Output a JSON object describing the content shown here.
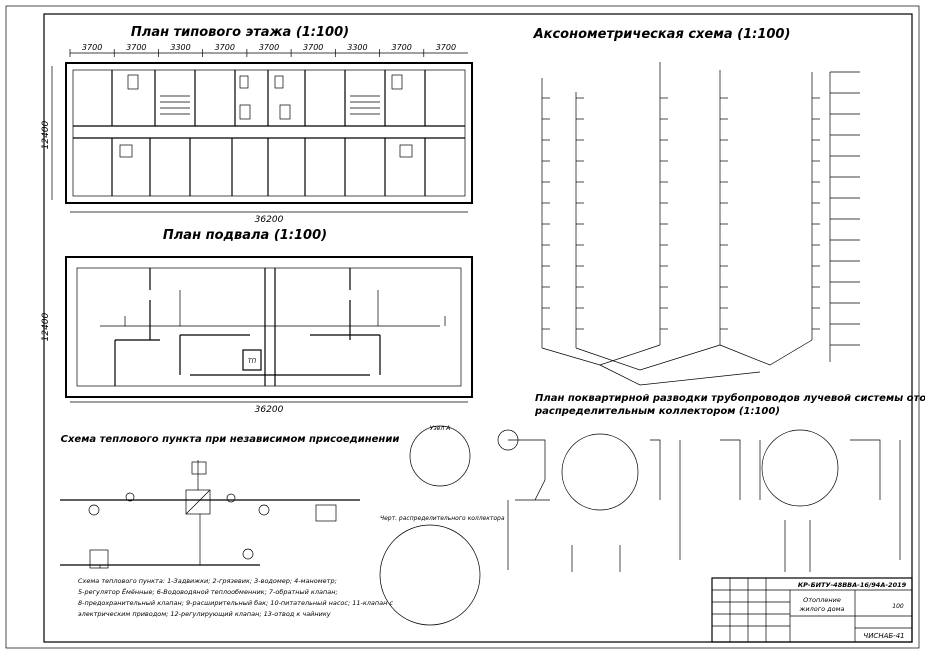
{
  "titles": {
    "typical_floor": "План типового этажа (1:100)",
    "basement": "План подвала (1:100)",
    "axonometric": "Аксонометрическая схема (1:100)",
    "layout_line1": "План поквартирной разводки трубопроводов лучевой системы отопления с",
    "layout_line2": "распределительным коллектором (1:100)",
    "heat_point": "Схема теплового пункта при независимом присоединении",
    "collector_node": "Узел А",
    "distribution_collector": "Черт. распределительного коллектора"
  },
  "floor_plan": {
    "top_dims": [
      "3700",
      "3700",
      "3300",
      "3700",
      "3700",
      "3700",
      "3300",
      "3700",
      "3700"
    ],
    "total_width": "36200",
    "height": "12400"
  },
  "basement_plan": {
    "total_width": "36200",
    "height": "12400",
    "unit_label": "ТП"
  },
  "heat_point_legend": [
    "Схема теплового пункта: 1-Задвижки; 2-грязевик; 3-водомер; 4-манометр;",
    "5-регулятор Ёмённые; 6-Водоводяной теплообменник; 7-обратный клапан;",
    "8-предохранительный клапан; 9-расширительный бак; 10-питательный насос; 11-клапан с",
    "электрическим приводом; 12-регулирующий клапан; 13-отвод к чайнику"
  ],
  "title_block": {
    "code": "КР-БИТУ-48ВВА-16/94А-2019",
    "title_line1": "Отопление",
    "title_line2": "жилого дома",
    "sheet_no": "100",
    "org": "ЧИСНАБ-41"
  },
  "colors": {
    "line": "#000000",
    "background": "#ffffff"
  }
}
